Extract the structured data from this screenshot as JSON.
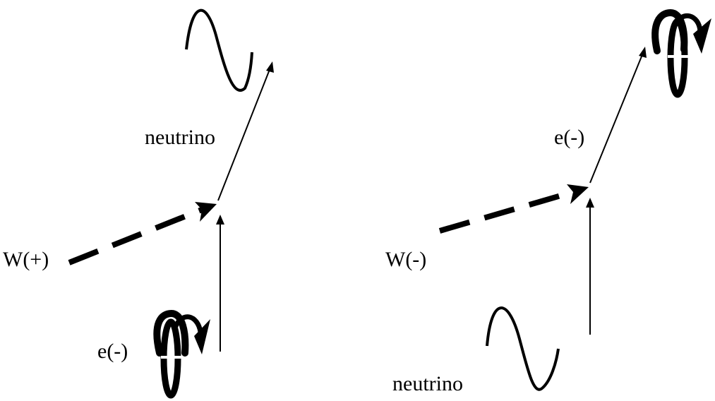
{
  "left_panel": {
    "w_label": "W(+)",
    "outgoing_label": "neutrino",
    "incoming_label": "e(-)"
  },
  "right_panel": {
    "w_label": "W(-)",
    "outgoing_label": "e(-)",
    "incoming_label": "neutrino"
  },
  "colors": {
    "ink": "#000000",
    "background": "#ffffff"
  }
}
